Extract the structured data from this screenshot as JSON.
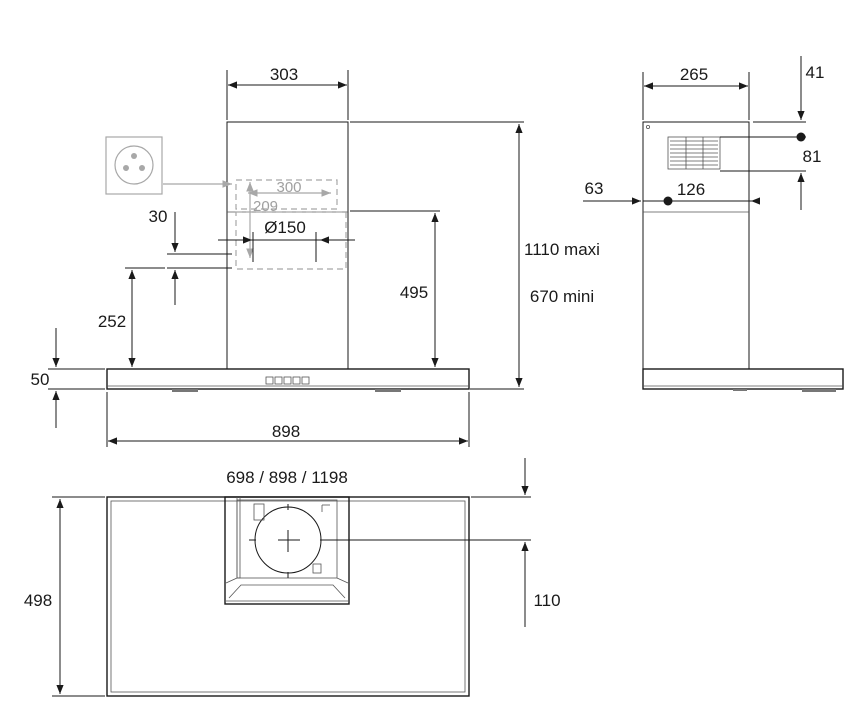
{
  "front_view": {
    "chimney_width": "303",
    "height_max": "1110 maxi",
    "height_min": "670 mini",
    "outlet_top": "495",
    "canopy_width": "898",
    "canopy_thickness": "50",
    "outlet_offset": "252",
    "outlet_gap": "30",
    "outlet_diameter": "Ø150",
    "socket_width": "300",
    "socket_height": "209"
  },
  "side_view": {
    "chimney_depth": "265",
    "top_offset": "41",
    "vent_height": "81",
    "outlet_offset": "126",
    "outlet_depth": "63"
  },
  "top_view": {
    "widths": "698 / 898 / 1198",
    "depth": "498",
    "outlet_from_back": "110"
  }
}
